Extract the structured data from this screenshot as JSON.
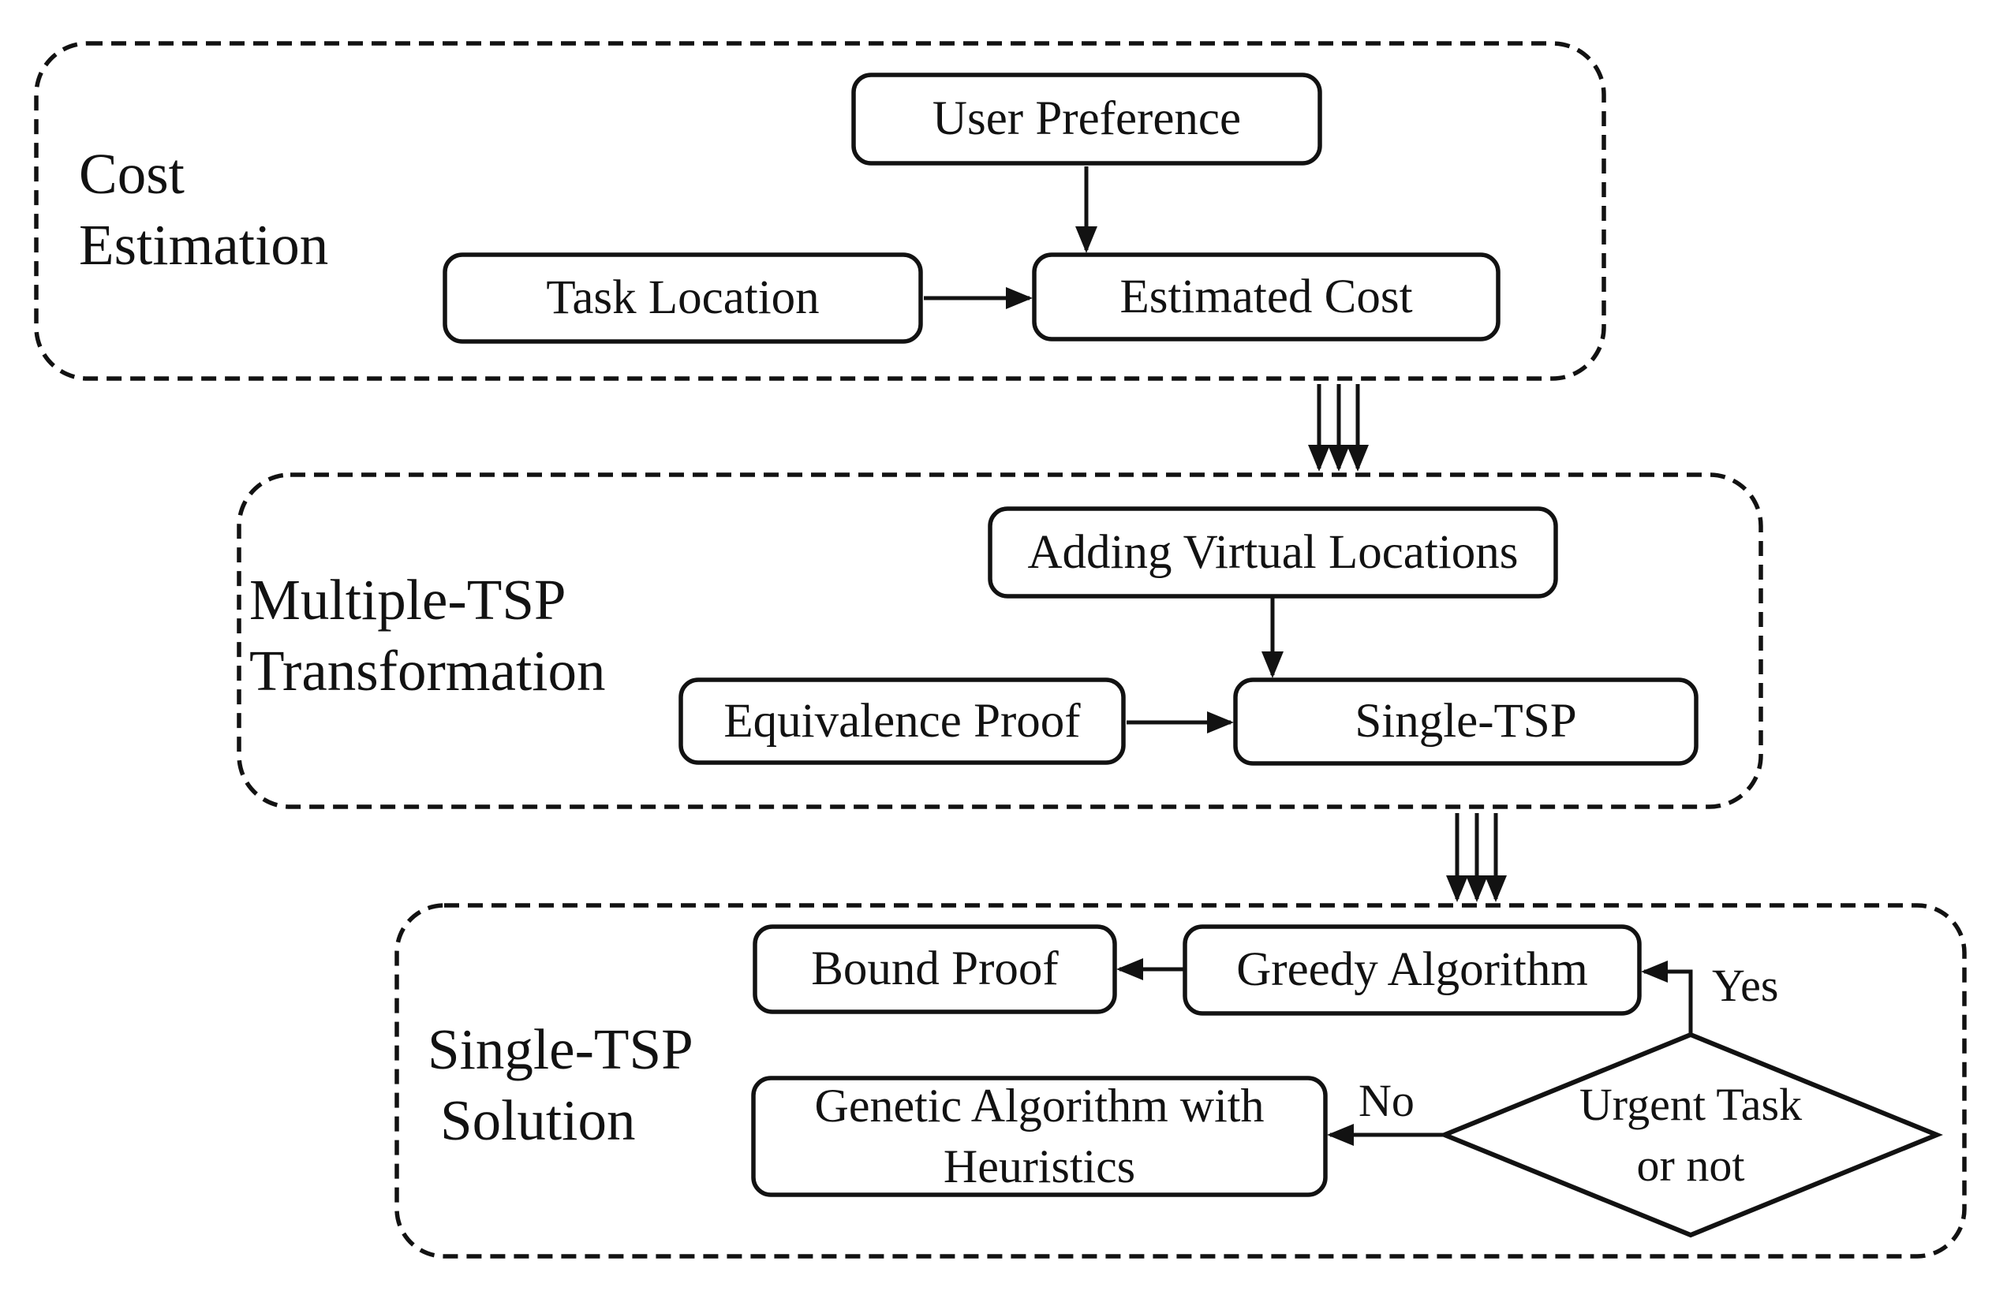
{
  "figure": {
    "type": "flowchart",
    "colors": {
      "ink": "#121212",
      "background": "#ffffff"
    },
    "sections": {
      "cost_estimation": {
        "label_line1": "Cost",
        "label_line2": "Estimation"
      },
      "multiple_tsp": {
        "label_line1": "Multiple-TSP",
        "label_line2": "Transformation"
      },
      "single_tsp": {
        "label_line1": "Single-TSP",
        "label_line2": "Solution"
      }
    },
    "nodes": {
      "user_preference": {
        "label": "User Preference"
      },
      "task_location": {
        "label": "Task Location"
      },
      "estimated_cost": {
        "label": "Estimated Cost"
      },
      "adding_virtual_locations": {
        "label": "Adding Virtual Locations"
      },
      "equivalence_proof": {
        "label": "Equivalence Proof"
      },
      "single_tsp_node": {
        "label": "Single-TSP"
      },
      "bound_proof": {
        "label": "Bound Proof"
      },
      "greedy_algorithm": {
        "label": "Greedy Algorithm"
      },
      "genetic_algorithm": {
        "label_line1": "Genetic Algorithm with",
        "label_line2": "Heuristics"
      },
      "urgent_task_decision": {
        "label_line1": "Urgent Task",
        "label_line2": "or not"
      }
    },
    "edge_labels": {
      "yes": "Yes",
      "no": "No"
    }
  }
}
